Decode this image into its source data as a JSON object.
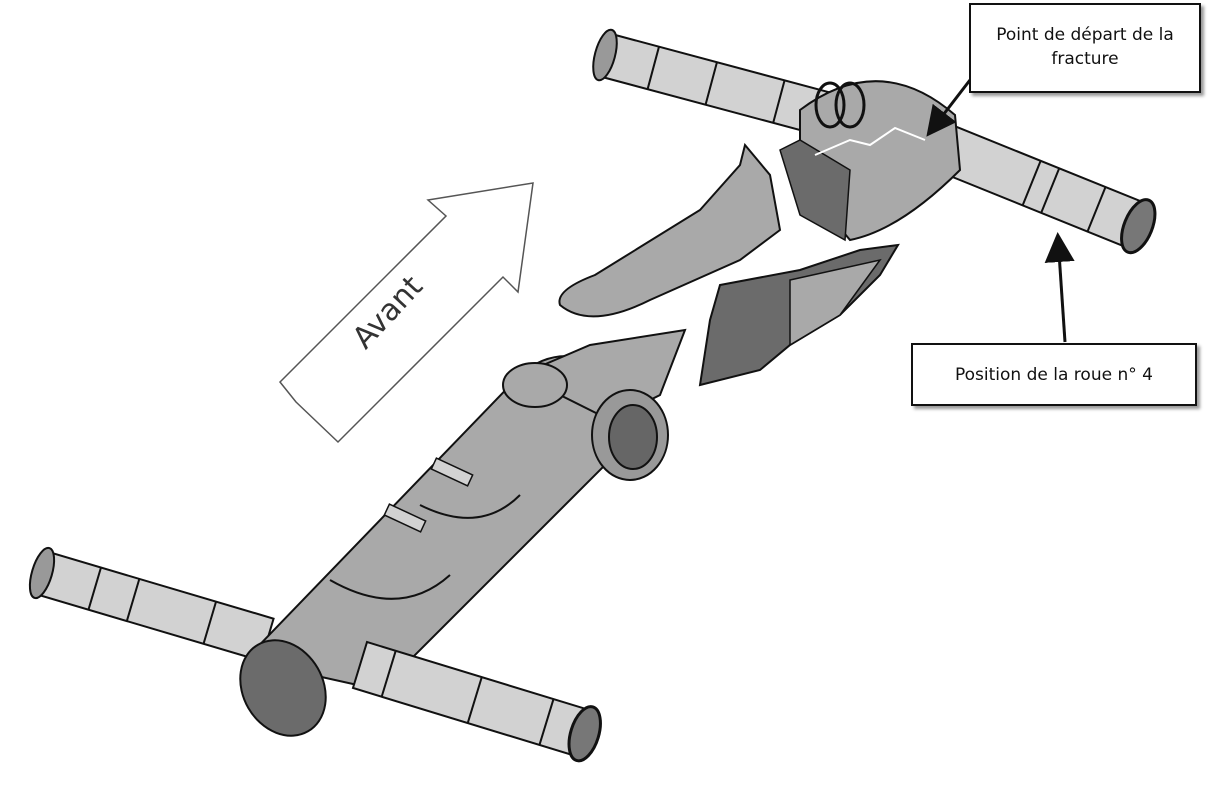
{
  "diagram": {
    "direction_label": "Avant",
    "callouts": {
      "fracture_origin": "Point de départ de la fracture",
      "wheel_position": "Position  de la roue n° 4"
    },
    "colors": {
      "tube": "#d2d2d2",
      "body": "#a9a9a9",
      "fracture_face": "#6b6b6b",
      "outline": "#111111"
    }
  }
}
